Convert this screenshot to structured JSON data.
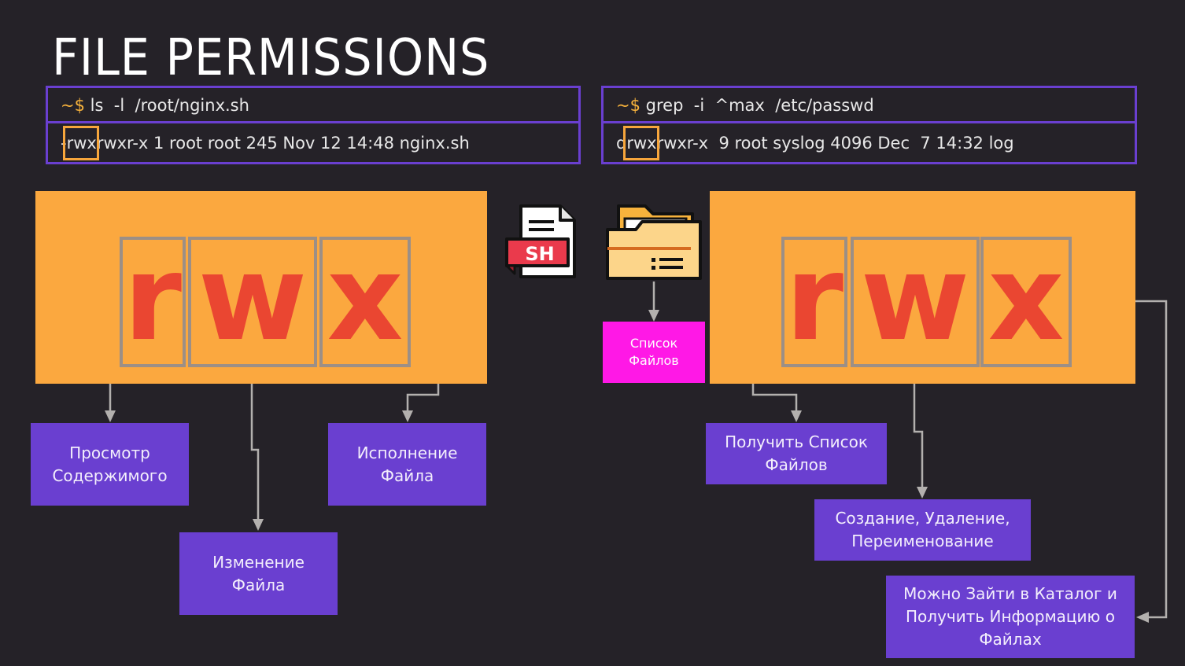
{
  "title": "FILE PERMISSIONS",
  "left_terminal": {
    "prompt": "~$",
    "command": " ls  -l  /root/nginx.sh",
    "output": "-rwxrwxr-x 1 root root 245 Nov 12 14:48 nginx.sh"
  },
  "right_terminal": {
    "prompt": "~$",
    "command": " grep  -i  ^max  /etc/passwd",
    "output": "drwxrwxr-x  9 root syslog 4096 Dec  7 14:32 log"
  },
  "left_perms": [
    "r",
    "w",
    "x"
  ],
  "right_perms": [
    "r",
    "w",
    "x"
  ],
  "file_icon_text": "SH",
  "folder_label": "Список Файлов",
  "left_labels": {
    "read": "Просмотр Содержимого",
    "write": "Изменение Файла",
    "execute": "Исполнение Файла"
  },
  "right_labels": {
    "read": "Получить Список Файлов",
    "write": "Создание, Удаление, Переименование",
    "execute": "Можно Зайти в Каталог и Получить Информацию о Файлах"
  },
  "colors": {
    "background": "#252228",
    "purple": "#6a3fd0",
    "orange": "#fba83f",
    "red": "#ea4631",
    "pink": "#ff18e6"
  }
}
